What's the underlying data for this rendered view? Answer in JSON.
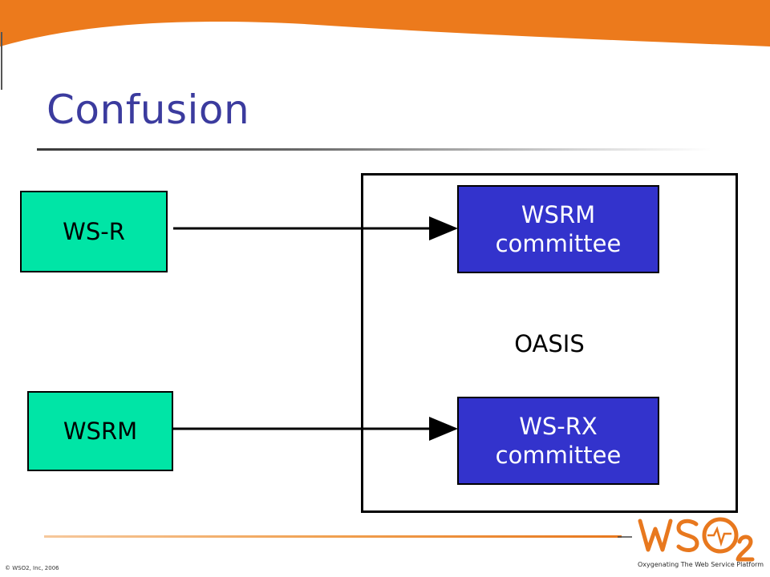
{
  "slide": {
    "title": "Confusion",
    "footer_copyright": "© WSO2, Inc, 2006"
  },
  "diagram": {
    "left_nodes": [
      {
        "label": "WS-R"
      },
      {
        "label": "WSRM"
      }
    ],
    "group": {
      "label": "OASIS",
      "nodes": [
        {
          "label": "WSRM\ncommittee"
        },
        {
          "label": "WS-RX\ncommittee"
        }
      ]
    },
    "edges": [
      {
        "from": "WS-R",
        "to": "WSRM committee"
      },
      {
        "from": "WSRM",
        "to": "WS-RX committee"
      }
    ]
  },
  "logo": {
    "brand": "WSO2",
    "tagline": "Oxygenating The Web Service Platform"
  },
  "colors": {
    "banner": "#ec7a1c",
    "title": "#3b3b9e",
    "left_node_fill": "#00e5a6",
    "committee_fill": "#3333cc",
    "logo_orange": "#e8781e"
  }
}
